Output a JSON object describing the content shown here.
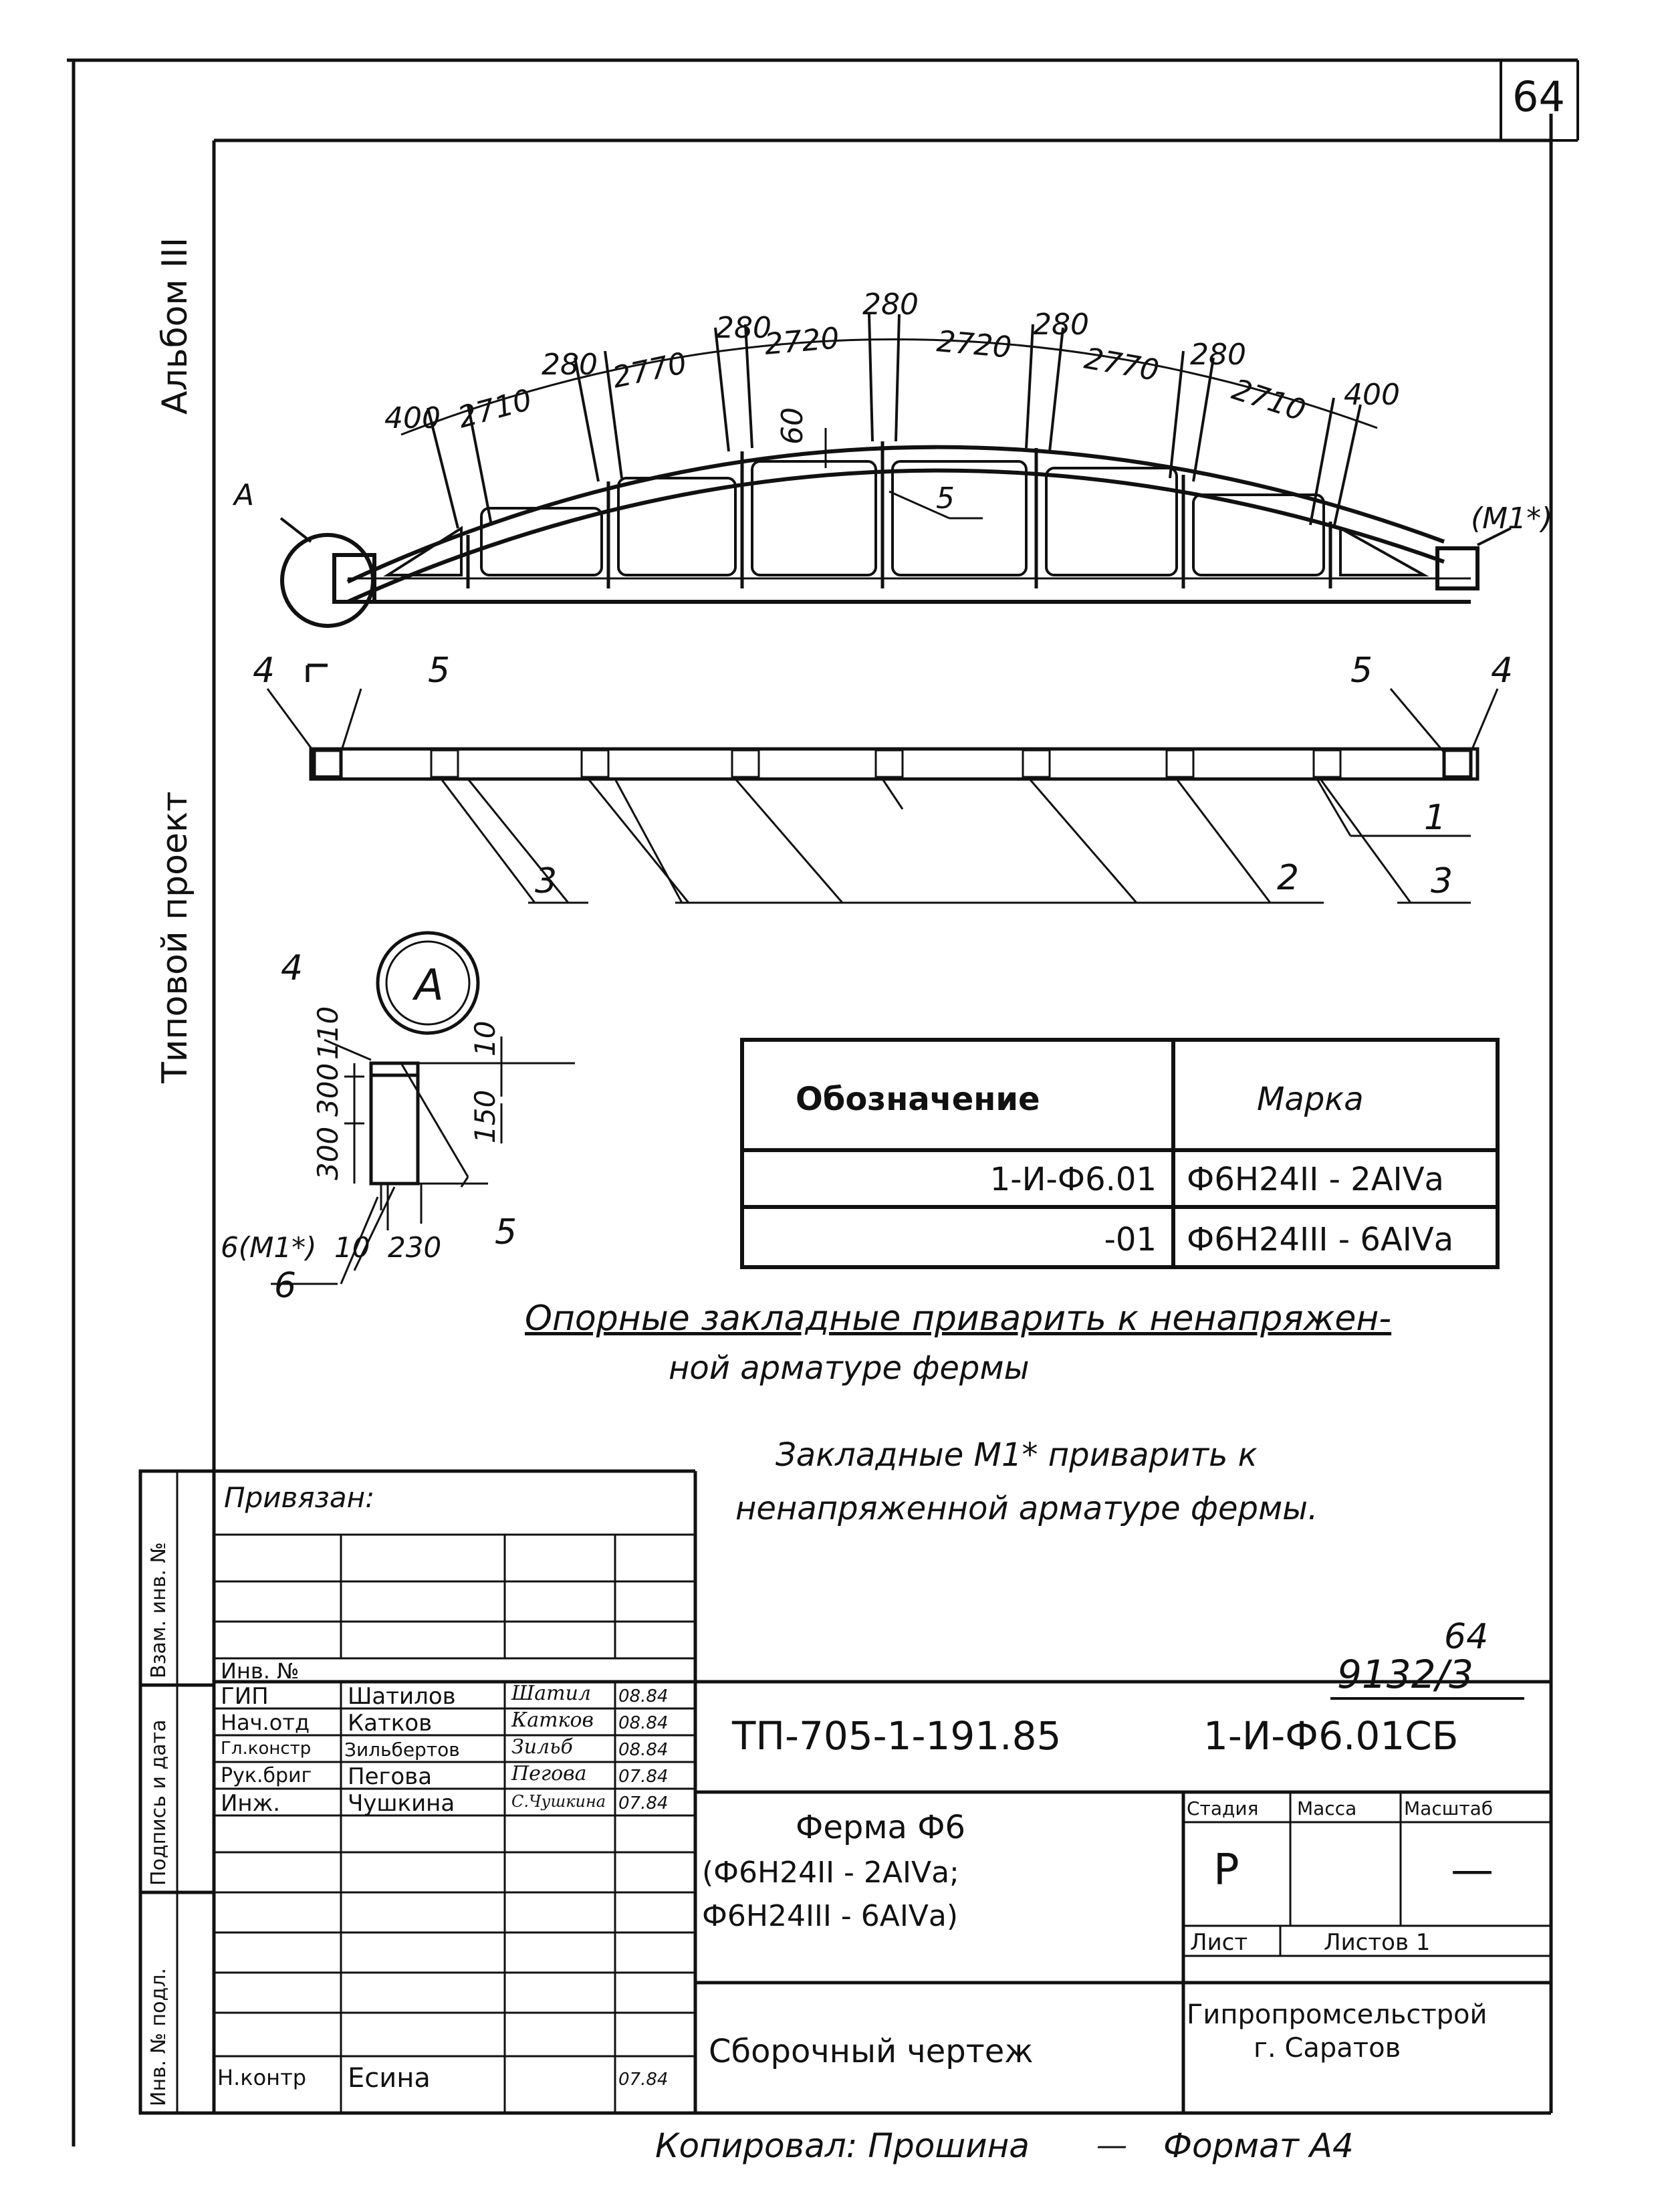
{
  "sheet_number": "64",
  "album_label": "Альбом III",
  "project_type_label": "Типовой проект",
  "drawing": {
    "top_dims": [
      "400",
      "2710",
      "280",
      "2770",
      "280",
      "2720",
      "280",
      "2720",
      "280",
      "2770",
      "280",
      "2710",
      "400"
    ],
    "dim_60": "60",
    "callout_A": "A",
    "callout_M1": "(M1*)",
    "label_5_top": "5",
    "plan_labels": {
      "l4_left": "4",
      "l5_left": "5",
      "l5_right": "5",
      "l4_right": "4",
      "l1": "1",
      "l2": "2",
      "l3_left": "3",
      "l3_right": "3"
    },
    "detail": {
      "title": "A",
      "dims": [
        "110",
        "300",
        "300",
        "10",
        "150",
        "10",
        "230"
      ],
      "labels": {
        "l4": "4",
        "l5": "5",
        "l6m": "6(M1*)",
        "l6": "6"
      }
    }
  },
  "marks_table": {
    "headers": [
      "Обозначение",
      "Марка"
    ],
    "rows": [
      [
        "1-И-Ф6.01",
        "Ф6Н24II - 2АIVа"
      ],
      [
        "-01",
        "Ф6Н24III - 6АIVа"
      ]
    ]
  },
  "note1": [
    "Опорные закладные приварить к ненапряжен-",
    "ной арматуре фермы"
  ],
  "note2": [
    "Закладные М1* приварить к",
    "ненапряженной арматуре фермы."
  ],
  "side_stamp": [
    "Взам. инв. №",
    "Подпись и дата",
    "Инв. № подл."
  ],
  "privyazan": "Привязан:",
  "inv_no": "Инв. №",
  "page_ref": {
    "page": "64",
    "code": "9132/3"
  },
  "title_block": {
    "people": [
      {
        "role": "ГИП",
        "name": "Шатилов",
        "date": "08.84"
      },
      {
        "role": "Нач.отд",
        "name": "Катков",
        "date": "08.84"
      },
      {
        "role": "Гл.констр",
        "name": "Зильбертов",
        "date": "08.84"
      },
      {
        "role": "Рук.бриг",
        "name": "Пегова",
        "date": "07.84"
      },
      {
        "role": "Инж.",
        "name": "Чушкина",
        "date": "07.84"
      }
    ],
    "signatures": [
      "Шатил",
      "Катков",
      "Зильб",
      "Пегова",
      "С.Чушкина"
    ],
    "norm_control": {
      "role": "Н.контр",
      "name": "Есина",
      "date": "07.84"
    },
    "project_code": "ТП-705-1-191.85",
    "doc_code": "1-И-Ф6.01СБ",
    "title_lines": [
      "Ферма Ф6",
      "(Ф6Н24II - 2АIVа;",
      "Ф6Н24III - 6АIVа)"
    ],
    "stage_headers": [
      "Стадия",
      "Масса",
      "Масштаб"
    ],
    "stage_values": [
      "Р",
      "",
      "—"
    ],
    "sheet_label": "Лист",
    "sheets_label": "Листов 1",
    "drawing_type": "Сборочный чертеж",
    "org_lines": [
      "Гипропромсельстрой",
      "г. Саратов"
    ]
  },
  "footer": {
    "copied": "Копировал: Прошина",
    "format": "Формат А4"
  }
}
